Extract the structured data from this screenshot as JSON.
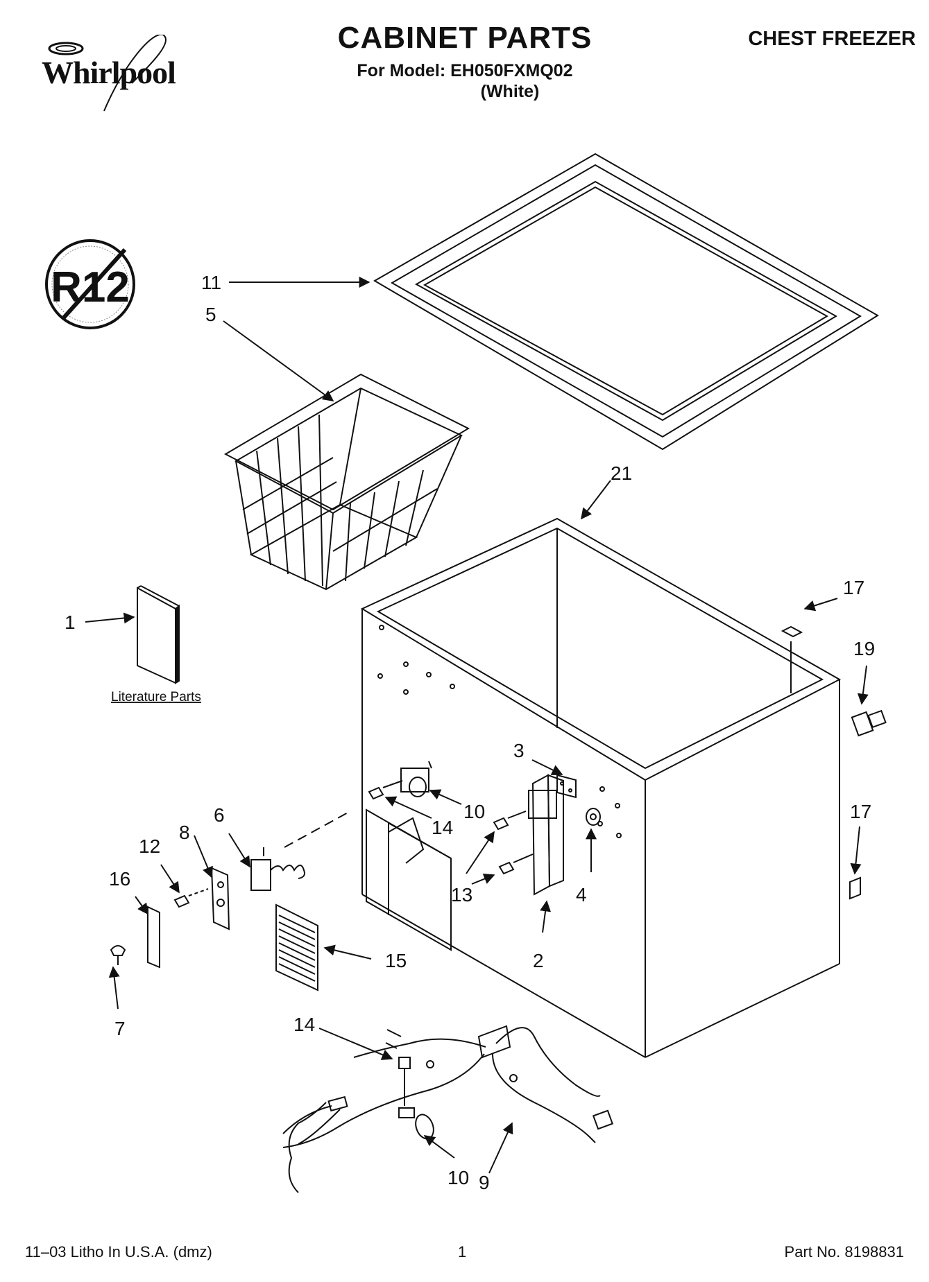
{
  "brand": "Whirlpool",
  "badge": "R12",
  "header": {
    "title": "CABINET PARTS",
    "model_line": "For Model: EH050FXMQ02",
    "color_line": "(White)",
    "product_type": "CHEST FREEZER"
  },
  "callouts": {
    "c1": "1",
    "c2": "2",
    "c3": "3",
    "c4": "4",
    "c5": "5",
    "c6": "6",
    "c7": "7",
    "c8": "8",
    "c9": "9",
    "c10a": "10",
    "c10b": "10",
    "c11": "11",
    "c12": "12",
    "c13": "13",
    "c14a": "14",
    "c14b": "14",
    "c15": "15",
    "c16": "16",
    "c17a": "17",
    "c17b": "17",
    "c19": "19",
    "c21": "21"
  },
  "literature_label": "Literature Parts",
  "footer": {
    "left": "11–03 Litho In U.S.A. (dmz)",
    "page": "1",
    "part_no": "Part No. 8198831"
  }
}
